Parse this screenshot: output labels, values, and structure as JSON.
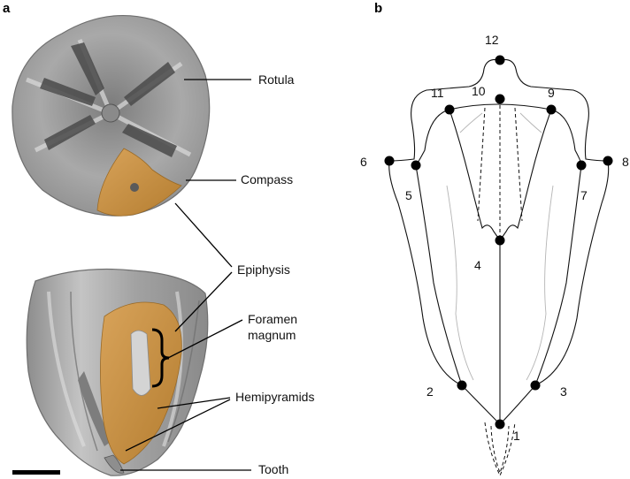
{
  "panels": [
    {
      "letter": "a"
    },
    {
      "letter": "b"
    }
  ],
  "labels": {
    "rotula": "Rotula",
    "compass": "Compass",
    "epiphysis": "Epiphysis",
    "foramen_line1": "Foramen",
    "foramen_line2": "magnum",
    "hemipyramids": "Hemipyramids",
    "tooth": "Tooth"
  },
  "landmarks": [
    "1",
    "2",
    "3",
    "4",
    "5",
    "6",
    "7",
    "8",
    "9",
    "10",
    "11",
    "12"
  ],
  "colors": {
    "bone": "#a8a8a8",
    "bone_light": "#c9c9c9",
    "bone_dark": "#5e5e5e",
    "highlight": "#c8923e",
    "landmark": "#000000"
  }
}
